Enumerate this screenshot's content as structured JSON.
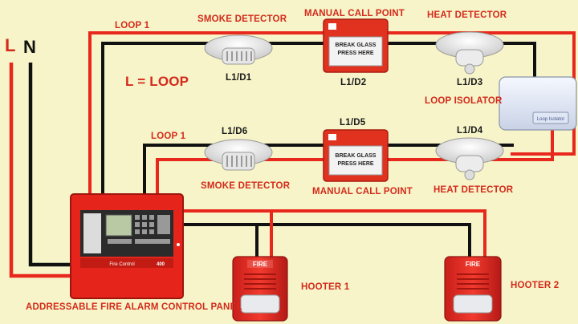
{
  "supply": {
    "live": "L",
    "neutral": "N"
  },
  "legend": {
    "text": "L  = LOOP"
  },
  "loops": {
    "upper": "LOOP 1",
    "lower": "LOOP 1"
  },
  "devices": {
    "smoke_upper": {
      "name": "SMOKE DETECTOR",
      "address": "L1/D1"
    },
    "mcp_upper": {
      "name": "MANUAL CALL POINT",
      "address": "L1/D2",
      "face": [
        "BREAK GLASS",
        "PRESS HERE"
      ]
    },
    "heat_upper": {
      "name": "HEAT DETECTOR",
      "address": "L1/D3"
    },
    "isolator": {
      "name": "LOOP ISOLATOR",
      "face": "Loop Isolator"
    },
    "heat_lower": {
      "name": "HEAT DETECTOR",
      "address": "L1/D4"
    },
    "mcp_lower": {
      "name": "MANUAL CALL POINT",
      "address": "L1/D5",
      "face": [
        "BREAK GLASS",
        "PRESS HERE"
      ]
    },
    "smoke_lower": {
      "name": "SMOKE DETECTOR",
      "address": "L1/D6"
    }
  },
  "panel": {
    "name": "ADDRESSABLE FIRE ALARM CONTROL PANEL",
    "brand": "Fire Control",
    "model": "400"
  },
  "hooters": [
    {
      "name": "HOOTER 1",
      "face": "FIRE"
    },
    {
      "name": "HOOTER 2",
      "face": "FIRE"
    }
  ],
  "colors": {
    "live": "#e8281c",
    "neutral": "#111111",
    "background": "#f6f4c8",
    "label": "#d42a1c"
  }
}
